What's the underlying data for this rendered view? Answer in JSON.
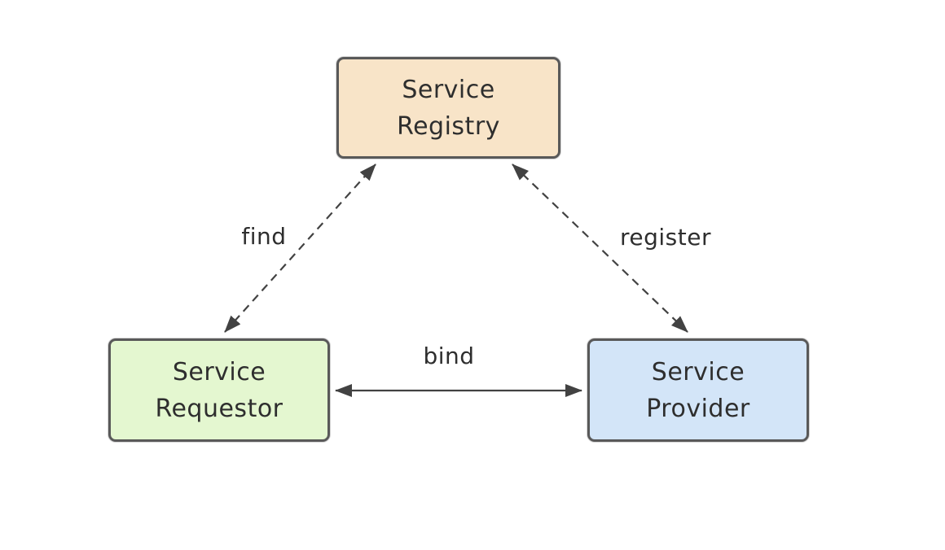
{
  "diagram": {
    "type": "soa-triangle",
    "background_color": "#ffffff",
    "nodes": {
      "registry": {
        "label": "Service\nRegistry",
        "fill": "#f8e4c8",
        "border": "#595959"
      },
      "requestor": {
        "label": "Service\nRequestor",
        "fill": "#e4f7d0",
        "border": "#595959"
      },
      "provider": {
        "label": "Service\nProvider",
        "fill": "#d3e5f8",
        "border": "#595959"
      }
    },
    "edges": {
      "find": {
        "label": "find",
        "from": "requestor",
        "to": "registry",
        "line_style": "dashed",
        "arrows": "both",
        "color": "#424242"
      },
      "register": {
        "label": "register",
        "from": "provider",
        "to": "registry",
        "line_style": "dashed",
        "arrows": "both",
        "color": "#424242"
      },
      "bind": {
        "label": "bind",
        "from": "requestor",
        "to": "provider",
        "line_style": "solid",
        "arrows": "both",
        "color": "#424242"
      }
    },
    "text_color": "#2e2e2e"
  }
}
